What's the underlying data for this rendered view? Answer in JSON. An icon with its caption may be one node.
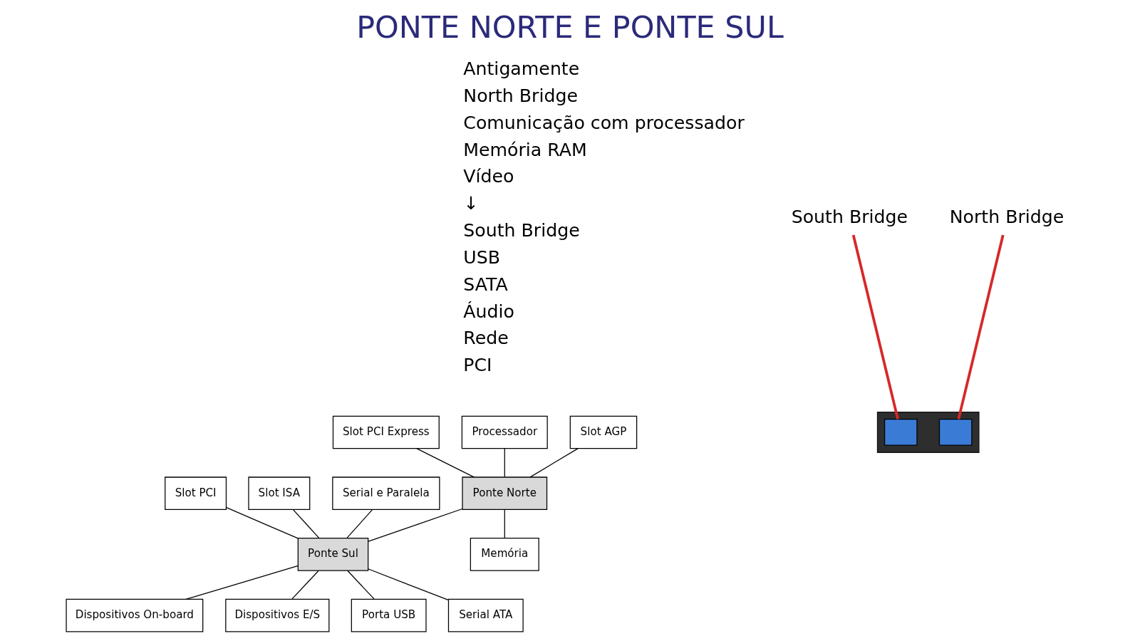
{
  "diagram": {
    "title": "PONTE NORTE E PONTE SUL",
    "nodes": [
      {
        "text": [
          "Slot AGP"
        ]
      },
      {
        "text": [
          "Slot PCI Express"
        ]
      },
      {
        "text": [
          "Processador"
        ]
      },
      {
        "text": [
          "Ponte Norte"
        ]
      },
      {
        "text": [
          "Memória"
        ]
      },
      {
        "text": [
          "Slot PCI"
        ]
      },
      {
        "text": [
          "Ponte Sul"
        ]
      },
      {
        "text": [
          "Dispositivos On-board"
        ]
      },
      {
        "text": [
          "Slot ISA"
        ]
      },
      {
        "text": [
          "Dispositivos E/S"
        ]
      },
      {
        "text": [
          "Serial e Paralela"
        ]
      },
      {
        "text": [
          "Porta USB"
        ]
      },
      {
        "text": [
          "Serial ATA"
        ]
      },
      {
        "text": [],
        "shape": "picture"
      },
      {
        "text": [
          "South Bridge"
        ]
      },
      {
        "text": [
          "North Bridge"
        ]
      },
      {
        "text": [],
        "shape": "box",
        "in": 13
      },
      {
        "text": [],
        "shape": "box",
        "in": 13
      }
    ],
    "edges": [
      {
        "from": 0,
        "to": 3,
        "arrow": "none"
      },
      {
        "from": 1,
        "to": 3,
        "arrow": "none"
      },
      {
        "from": 2,
        "to": 3,
        "arrow": "none"
      },
      {
        "from": 3,
        "to": 4,
        "arrow": "none"
      },
      {
        "from": 3,
        "to": 6,
        "arrow": "none"
      },
      {
        "from": 5,
        "to": 6,
        "arrow": "none"
      },
      {
        "from": 6,
        "to": 7,
        "arrow": "none"
      },
      {
        "from": 8,
        "to": 6,
        "arrow": "none"
      },
      {
        "from": 6,
        "to": 9,
        "arrow": "none"
      },
      {
        "from": 10,
        "to": 6,
        "arrow": "none"
      },
      {
        "from": 6,
        "to": 11,
        "arrow": "none"
      },
      {
        "from": 6,
        "to": 12,
        "arrow": "none"
      },
      {
        "from": 14,
        "to": 16,
        "arrow": "none",
        "color": "#d62828",
        "style": "thick"
      },
      {
        "from": 15,
        "to": 17,
        "arrow": "none",
        "color": "#d62828",
        "style": "thick"
      }
    ],
    "labels": [
      "Antigamente",
      "North Bridge",
      "Comunicação com processador",
      "Memória RAM",
      "Vídeo",
      "↓",
      "South Bridge",
      "USB",
      "SATA",
      "Áudio",
      "Rede",
      "PCI"
    ]
  }
}
